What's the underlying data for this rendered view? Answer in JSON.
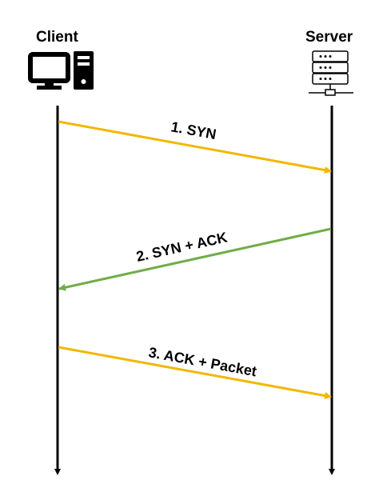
{
  "participants": {
    "client": {
      "label": "Client"
    },
    "server": {
      "label": "Server"
    }
  },
  "messages": [
    {
      "label": "1. SYN",
      "from": "client",
      "to": "server",
      "color": "#f2b705"
    },
    {
      "label": "2. SYN + ACK",
      "from": "server",
      "to": "client",
      "color": "#70ad47"
    },
    {
      "label": "3. ACK + Packet",
      "from": "client",
      "to": "server",
      "color": "#f2b705"
    }
  ],
  "icons": {
    "client": "desktop-computer-icon",
    "server": "server-rack-icon"
  }
}
